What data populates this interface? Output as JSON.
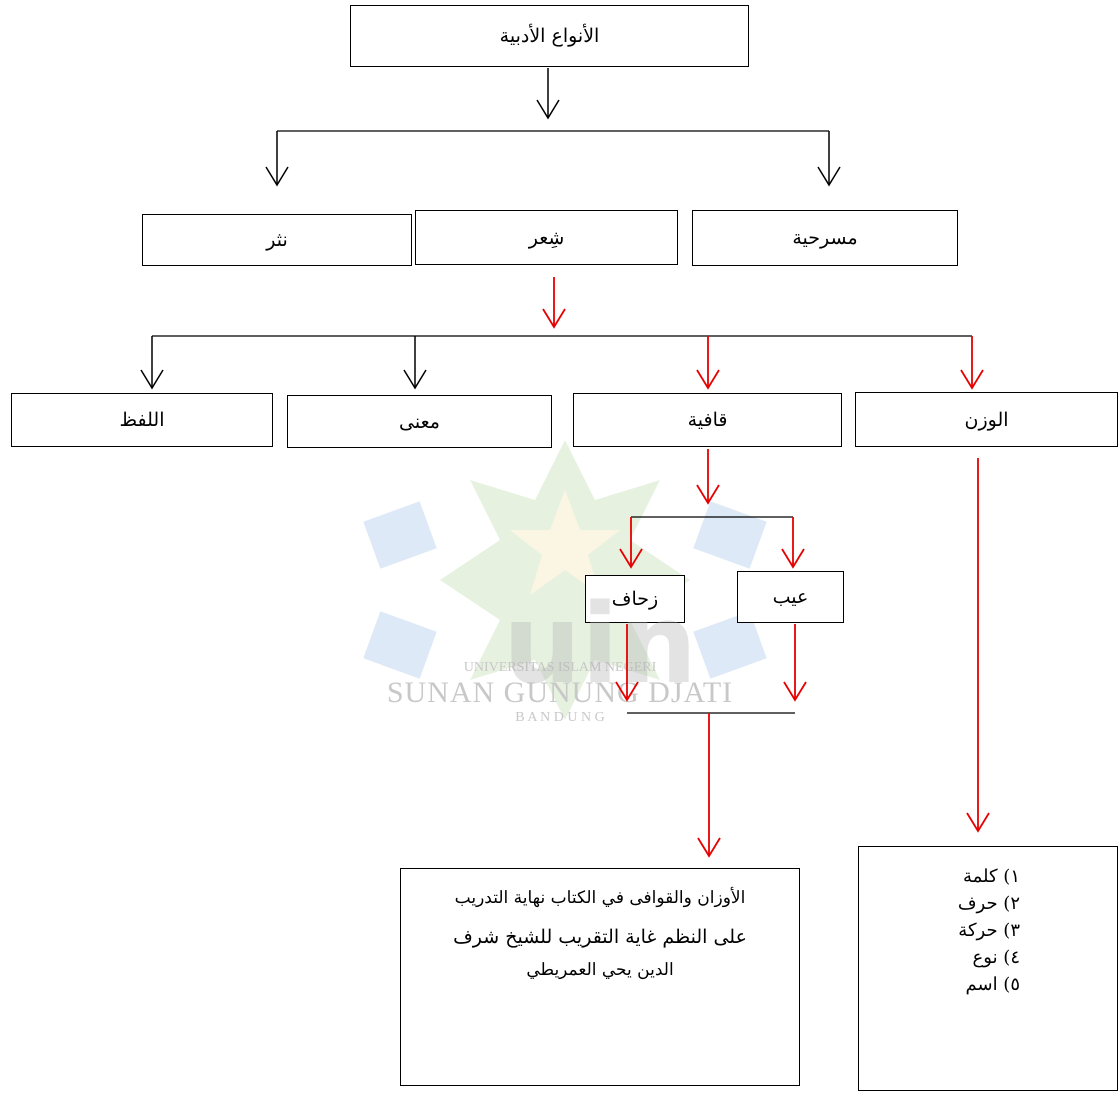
{
  "diagram": {
    "root": "الأنواع الأدبية",
    "types": {
      "prose": "نثر",
      "poetry": "شِعر",
      "drama": "مسرحية"
    },
    "poetry_elements": {
      "lafdh": "اللفظ",
      "maana": "معنى",
      "qafiya": "قافية",
      "wazn": "الوزن"
    },
    "qafiya_children": {
      "zihaf": "زحاف",
      "ayb": "عيب"
    },
    "source_box": {
      "line1": "الأوزان والقوافى في الكتاب نهاية التدريب",
      "line2": "على النظم غاية التقريب للشيخ شرف",
      "line3": "الدين يحي العمريطي"
    },
    "wazn_list": [
      "١)  كلمة",
      "٢)  حرف",
      "٣)  حركة",
      "٤)  نوع",
      "٥)  اسم"
    ]
  },
  "watermark": {
    "line1": "UNIVERSITAS ISLAM NEGERI",
    "line2": "SUNAN GUNUNG DJATI",
    "line3": "B A N D U N G",
    "logo_text": "uin"
  },
  "colors": {
    "line": "#000000",
    "accent": "#e60000"
  }
}
